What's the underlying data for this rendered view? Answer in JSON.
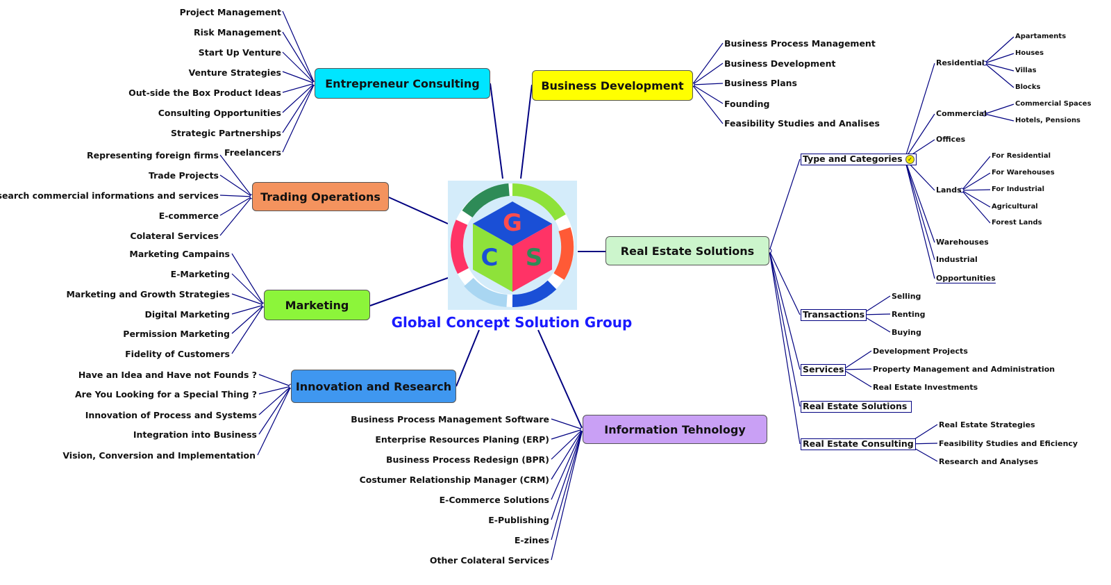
{
  "center": {
    "title": "Global Concept Solution Group",
    "title_color": "#1a1aff",
    "logo_letters": {
      "g": "G",
      "c": "C",
      "s": "S"
    },
    "logo_colors": {
      "g": "#ff4d4d",
      "c": "#1a4fd6",
      "s": "#2e8b57",
      "top": "#1a4fd6",
      "left": "#8ee23a",
      "right": "#ff3366"
    }
  },
  "colors": {
    "line": "#000080",
    "entrepreneur": "#00e5ff",
    "business_dev": "#ffff00",
    "trading": "#f4935e",
    "real_estate": "#ccf5cc",
    "marketing": "#8cf53a",
    "innovation": "#3f97f0",
    "it": "#c9a0f5"
  },
  "branches": {
    "entrepreneur": {
      "label": "Entrepreneur Consulting",
      "children": [
        "Project Management",
        "Risk Management",
        "Start Up Venture",
        "Venture Strategies",
        "Out-side the Box Product Ideas",
        "Consulting Opportunities",
        "Strategic Partnerships",
        "Freelancers"
      ]
    },
    "business_dev": {
      "label": "Business Development",
      "children": [
        "Business Process Management",
        "Business Development",
        "Business Plans",
        "Founding",
        "Feasibility Studies and Analises"
      ]
    },
    "trading": {
      "label": "Trading Operations",
      "children": [
        "Representing foreign firms",
        "Trade Projects",
        "Research commercial informations and services",
        "E-commerce",
        "Colateral Services"
      ]
    },
    "marketing": {
      "label": "Marketing",
      "children": [
        "Marketing Campains",
        "E-Marketing",
        "Marketing and Growth Strategies",
        "Digital Marketing",
        "Permission Marketing",
        "Fidelity of Customers"
      ]
    },
    "innovation": {
      "label": "Innovation and Research",
      "children": [
        "Have an Idea and Have not Founds ?",
        "Are You Looking for a Special Thing ?",
        "Innovation of Process and Systems",
        "Integration into Business",
        "Vision, Conversion and Implementation"
      ]
    },
    "it": {
      "label": "Information Tehnology",
      "children": [
        "Business Process Management Software",
        "Enterprise Resources Planing (ERP)",
        "Business Process Redesign (BPR)",
        "Costumer Relationship Manager (CRM)",
        "E-Commerce Solutions",
        "E-Publishing",
        "E-zines",
        "Other Colateral Services"
      ]
    },
    "real_estate": {
      "label": "Real Estate Solutions",
      "type_and_categories": {
        "label": "Type and Categories",
        "check_icon": "check-circle-icon",
        "residential": {
          "label": "Residential",
          "children": [
            "Apartaments",
            "Houses",
            "Villas",
            "Blocks"
          ]
        },
        "commercial": {
          "label": "Commercial",
          "children": [
            "Commercial Spaces",
            "Hotels, Pensions"
          ]
        },
        "offices": "Offices",
        "lands": {
          "label": "Lands",
          "children": [
            "For Residential",
            "For Warehouses",
            "For Industrial",
            "Agricultural",
            "Forest Lands"
          ]
        },
        "warehouses": "Warehouses",
        "industrial": "Industrial",
        "opportunities": "Opportunities"
      },
      "transactions": {
        "label": "Transactions",
        "children": [
          "Selling",
          "Renting",
          "Buying"
        ]
      },
      "services": {
        "label": "Services",
        "children": [
          "Development Projects",
          "Property Management and Administration",
          "Real Estate Investments"
        ]
      },
      "solutions": "Real Estate Solutions",
      "consulting": {
        "label": "Real Estate Consulting",
        "children": [
          "Real Estate Strategies",
          "Feasibility Studies and Eficiency",
          "Research and Analyses"
        ]
      }
    }
  }
}
